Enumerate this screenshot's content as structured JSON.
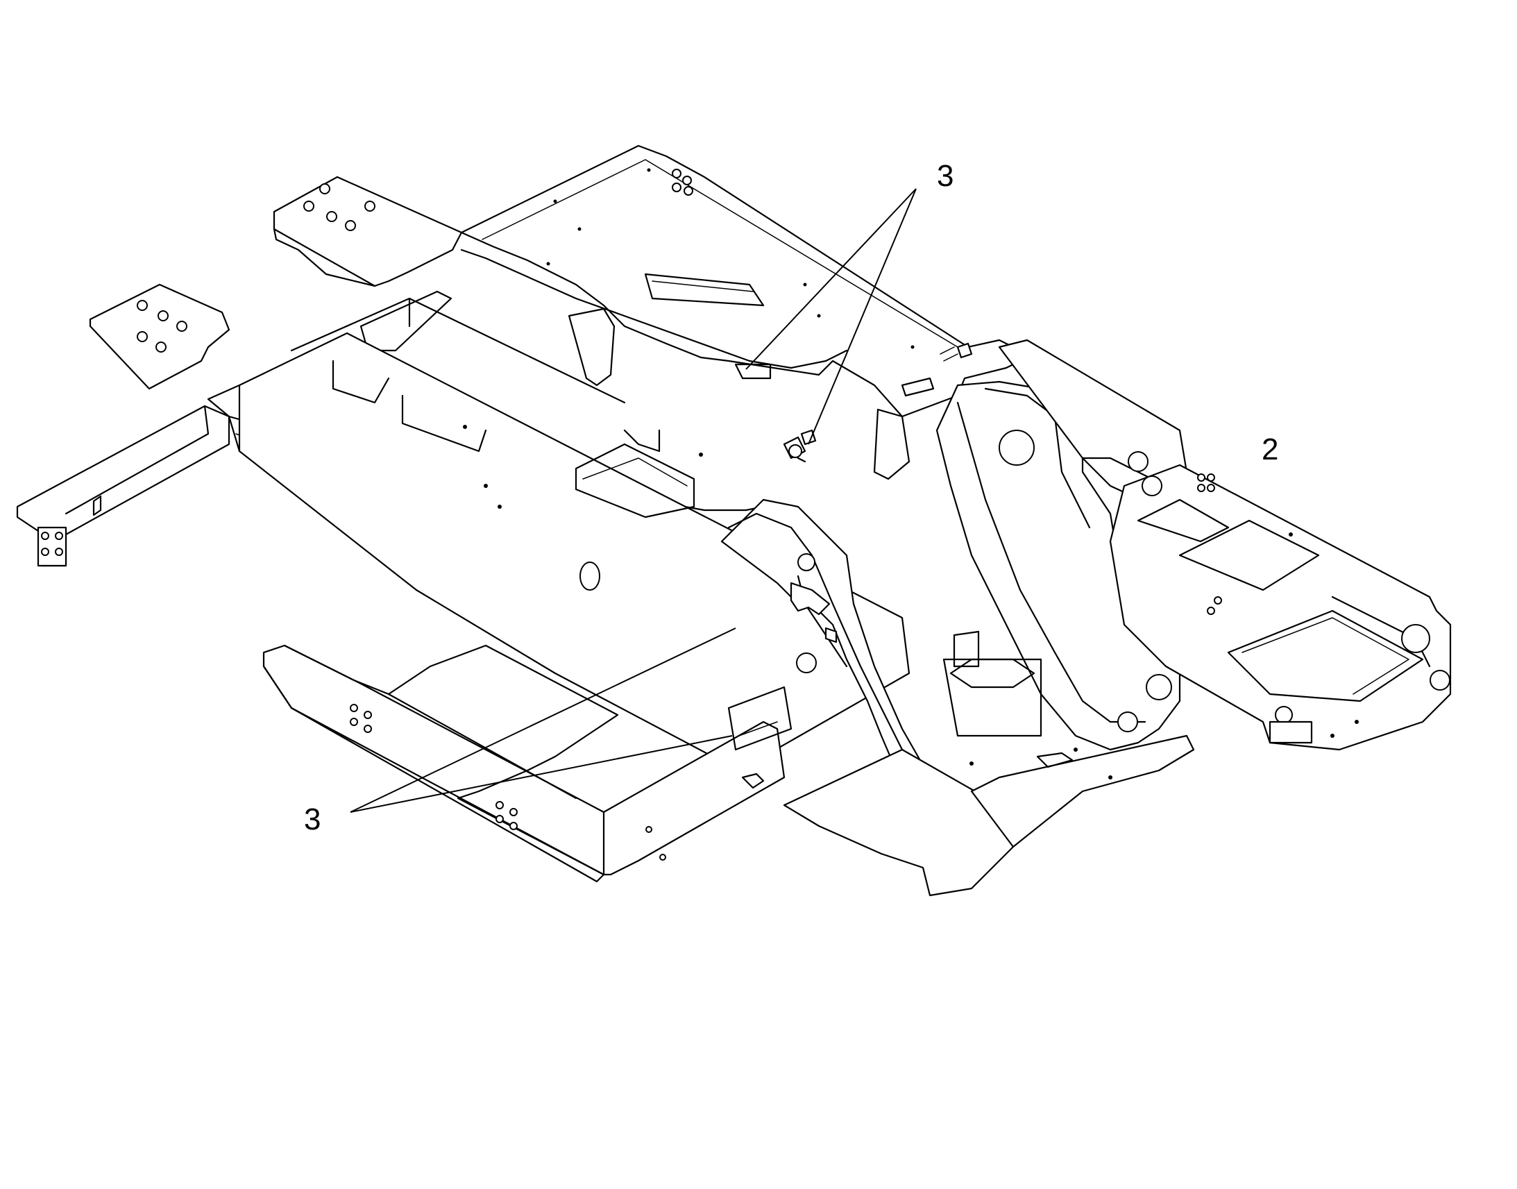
{
  "callouts": [
    {
      "id": "callout-3-top",
      "label": "3"
    },
    {
      "id": "callout-2",
      "label": "2"
    },
    {
      "id": "callout-3-bottom",
      "label": "3"
    }
  ],
  "colors": {
    "line": "#000000",
    "background": "#ffffff"
  }
}
